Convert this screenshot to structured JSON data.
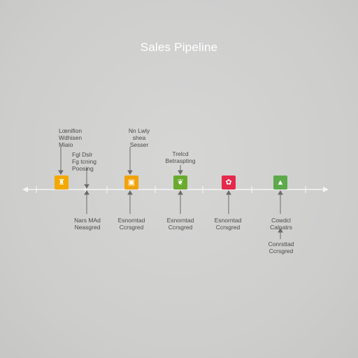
{
  "title": "Sales Pipeline",
  "colors": {
    "axis": "#f4f4f4",
    "connector": "#6c6c6c",
    "stage_orange": "#f2a900",
    "stage_orange2": "#f0a30a",
    "stage_green": "#6aab2c",
    "stage_red": "#e5294b",
    "stage_green2": "#5caa4a"
  },
  "stages": [
    {
      "icon": "bag-icon",
      "glyph": "♜",
      "color": "#f2a900",
      "top_label": "Lœnifion\nWdhisen\nMiaio",
      "top_label2": "Fgl Dslr\nFg tcning\nPoosing",
      "bottom_label": "Nars MAd\nNeasgred"
    },
    {
      "icon": "cart-icon",
      "glyph": "▣",
      "color": "#f0a30a",
      "top_label": "Nn Lwly\nshea\nSesser",
      "bottom_label": "Esnorntad\nCcrsgred"
    },
    {
      "icon": "leaf-icon",
      "glyph": "❦",
      "color": "#6aab2c",
      "top_label": "Trelcd\nBetraspting",
      "bottom_label": "Esnorntad\nCcrsgred"
    },
    {
      "icon": "handshake-icon",
      "glyph": "✿",
      "color": "#e5294b",
      "top_label": "",
      "bottom_label": "Esnorntad\nCcrsgred"
    },
    {
      "icon": "car-icon",
      "glyph": "▲",
      "color": "#5caa4a",
      "top_label": "",
      "bottom_label": "Cowdcl\nCalnatrs",
      "bottom_label2": "Conrsttad\nCcrsgred"
    }
  ]
}
